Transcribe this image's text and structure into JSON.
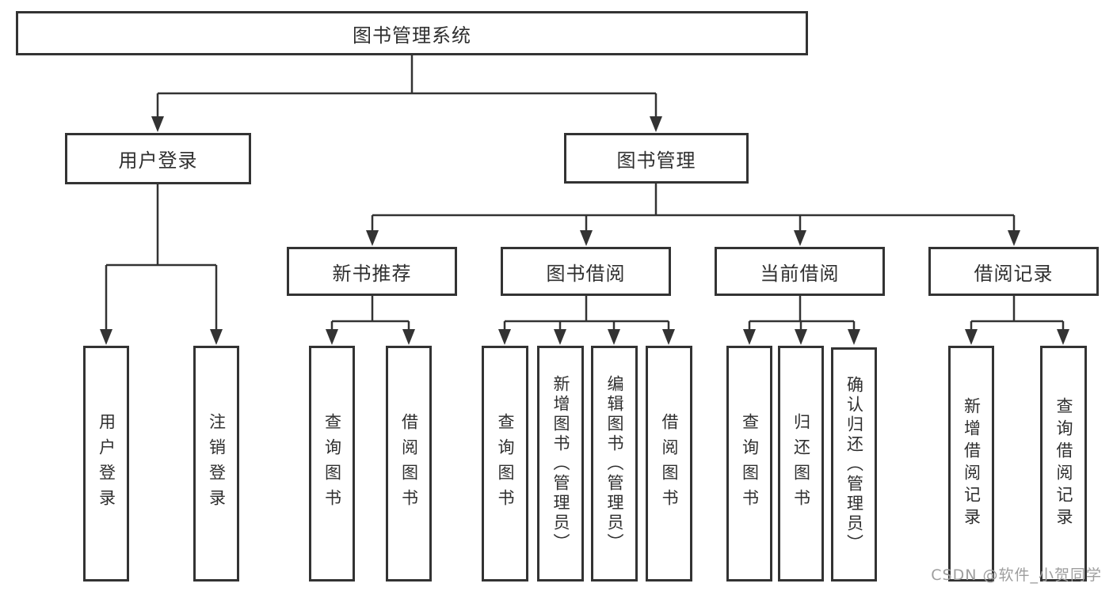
{
  "diagram": {
    "colors": {
      "line": "#333333",
      "text": "#2f2f2f",
      "watermark": "#9e9e9e",
      "background": "#ffffff"
    }
  },
  "root": {
    "label": "图书管理系统"
  },
  "level1": {
    "user_login": {
      "label": "用户登录"
    },
    "book_management": {
      "label": "图书管理"
    }
  },
  "level2": {
    "new_book_recommend": {
      "label": "新书推荐"
    },
    "book_borrow": {
      "label": "图书借阅"
    },
    "current_borrow": {
      "label": "当前借阅"
    },
    "borrow_records": {
      "label": "借阅记录"
    }
  },
  "leaves": {
    "user_login": [
      "用户登录",
      "注销登录"
    ],
    "new_book_recommend": [
      "查询图书",
      "借阅图书"
    ],
    "book_borrow": [
      "查询图书",
      "新增图书（管理员）",
      "编辑图书（管理员）",
      "借阅图书"
    ],
    "current_borrow": [
      "查询图书",
      "归还图书",
      "确认归还（管理员）"
    ],
    "borrow_records": [
      "新增借阅记录",
      "查询借阅记录"
    ]
  },
  "watermark": "CSDN @软件_小贺同学"
}
